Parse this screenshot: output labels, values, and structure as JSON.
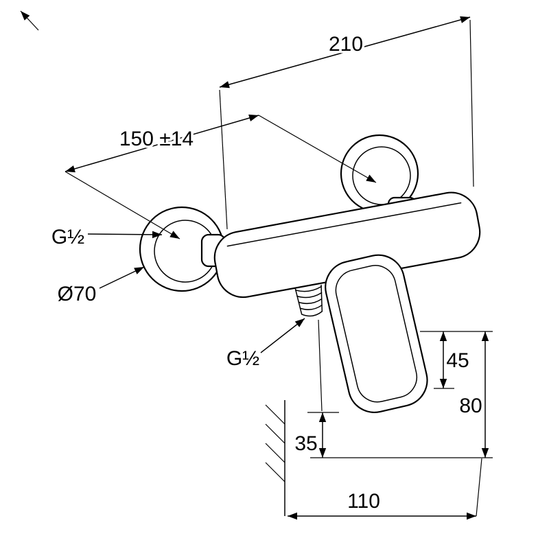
{
  "drawing": {
    "type": "shower-mixer-installation-dimensions",
    "colors": {
      "line": "#000000",
      "background": "#ffffff"
    },
    "labels": {
      "dim_overall_width": "210",
      "dim_connection_distance": "150 ±14",
      "thread_size_wall": "G½",
      "escutcheon_diameter": "Ø70",
      "thread_size_outlet": "G½",
      "dim_handle_front_offset": "45",
      "dim_handle_depth": "80",
      "dim_outlet_offset": "35",
      "dim_overall_depth": "110"
    }
  }
}
